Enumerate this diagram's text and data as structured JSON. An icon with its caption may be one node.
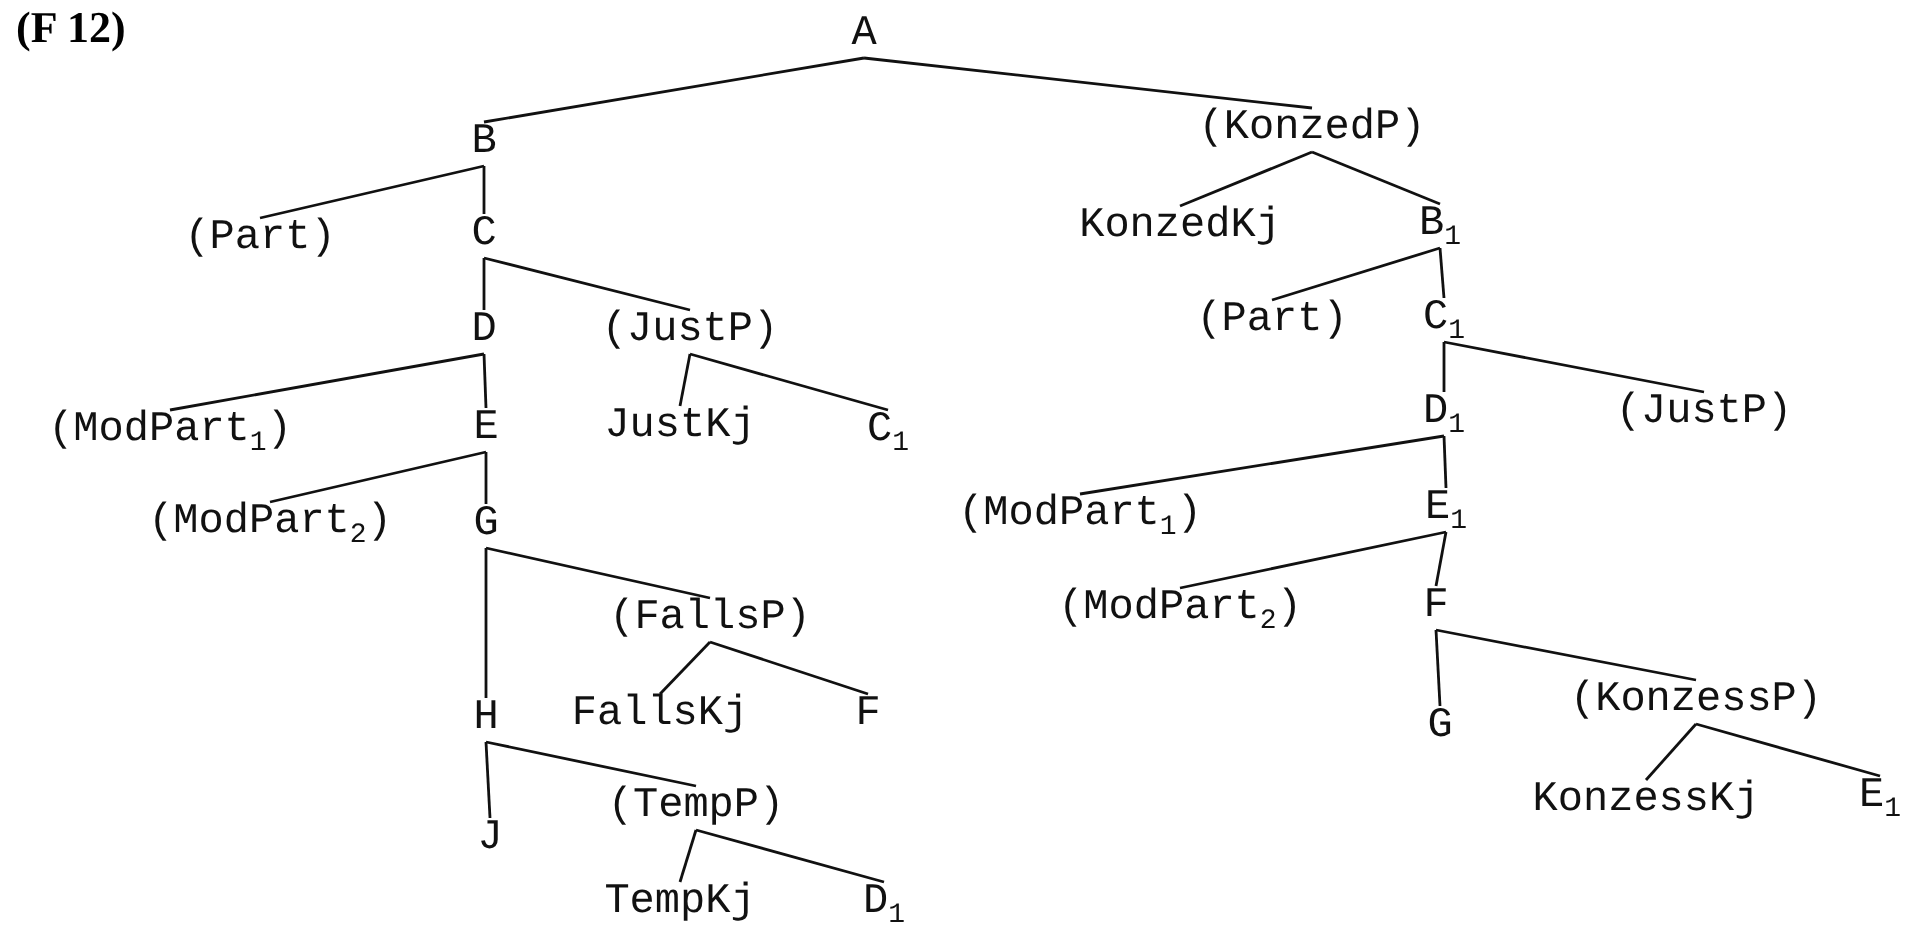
{
  "diagram": {
    "nodes": [
      {
        "text": [
          "A"
        ]
      },
      {
        "text": [
          "B"
        ]
      },
      {
        "text": [
          "(KonzedP)"
        ]
      },
      {
        "text": [
          "(Part)"
        ]
      },
      {
        "text": [
          "C"
        ]
      },
      {
        "text": [
          "KonzedKj"
        ]
      },
      {
        "text": [
          "B$_{1}$"
        ]
      },
      {
        "text": [
          "D"
        ]
      },
      {
        "text": [
          "(JustP)"
        ]
      },
      {
        "text": [
          "(Part)"
        ]
      },
      {
        "text": [
          "C$_{1}$"
        ]
      },
      {
        "text": [
          "(ModPart$_{1}$)"
        ]
      },
      {
        "text": [
          "E"
        ]
      },
      {
        "text": [
          "JustKj"
        ]
      },
      {
        "text": [
          "C$_{1}$"
        ]
      },
      {
        "text": [
          "D$_{1}$"
        ]
      },
      {
        "text": [
          "(JustP)"
        ]
      },
      {
        "text": [
          "(ModPart$_{2}$)"
        ]
      },
      {
        "text": [
          "G"
        ]
      },
      {
        "text": [
          "(ModPart$_{1}$)"
        ]
      },
      {
        "text": [
          "E$_{1}$"
        ]
      },
      {
        "text": [
          "(FallsP)"
        ]
      },
      {
        "text": [
          "(ModPart$_{2}$)"
        ]
      },
      {
        "text": [
          "F"
        ]
      },
      {
        "text": [
          "H"
        ]
      },
      {
        "text": [
          "FallsKj"
        ]
      },
      {
        "text": [
          "F"
        ]
      },
      {
        "text": [
          "(KonzessP)"
        ]
      },
      {
        "text": [
          "G"
        ]
      },
      {
        "text": [
          "J"
        ]
      },
      {
        "text": [
          "(TempP)"
        ]
      },
      {
        "text": [
          "KonzessKj"
        ]
      },
      {
        "text": [
          "E$_{1}$"
        ]
      },
      {
        "text": [
          "TempKj"
        ]
      },
      {
        "text": [
          "D$_{1}$"
        ]
      }
    ],
    "edges": [
      {
        "from": 0,
        "to": 1,
        "arrow": "none"
      },
      {
        "from": 0,
        "to": 2,
        "arrow": "none"
      },
      {
        "from": 1,
        "to": 3,
        "arrow": "none"
      },
      {
        "from": 1,
        "to": 4,
        "arrow": "none"
      },
      {
        "from": 4,
        "to": 7,
        "arrow": "none"
      },
      {
        "from": 4,
        "to": 8,
        "arrow": "none"
      },
      {
        "from": 7,
        "to": 11,
        "arrow": "none"
      },
      {
        "from": 7,
        "to": 12,
        "arrow": "none"
      },
      {
        "from": 8,
        "to": 13,
        "arrow": "none"
      },
      {
        "from": 8,
        "to": 14,
        "arrow": "none"
      },
      {
        "from": 12,
        "to": 17,
        "arrow": "none"
      },
      {
        "from": 12,
        "to": 18,
        "arrow": "none"
      },
      {
        "from": 18,
        "to": 21,
        "arrow": "none"
      },
      {
        "from": 18,
        "to": 24,
        "arrow": "none"
      },
      {
        "from": 21,
        "to": 25,
        "arrow": "none"
      },
      {
        "from": 21,
        "to": 26,
        "arrow": "none"
      },
      {
        "from": 24,
        "to": 29,
        "arrow": "none"
      },
      {
        "from": 24,
        "to": 30,
        "arrow": "none"
      },
      {
        "from": 30,
        "to": 33,
        "arrow": "none"
      },
      {
        "from": 30,
        "to": 34,
        "arrow": "none"
      },
      {
        "from": 2,
        "to": 5,
        "arrow": "none"
      },
      {
        "from": 2,
        "to": 6,
        "arrow": "none"
      },
      {
        "from": 6,
        "to": 9,
        "arrow": "none"
      },
      {
        "from": 6,
        "to": 10,
        "arrow": "none"
      },
      {
        "from": 10,
        "to": 15,
        "arrow": "none"
      },
      {
        "from": 10,
        "to": 16,
        "arrow": "none"
      },
      {
        "from": 15,
        "to": 19,
        "arrow": "none"
      },
      {
        "from": 15,
        "to": 20,
        "arrow": "none"
      },
      {
        "from": 20,
        "to": 22,
        "arrow": "none"
      },
      {
        "from": 20,
        "to": 23,
        "arrow": "none"
      },
      {
        "from": 23,
        "to": 28,
        "arrow": "none"
      },
      {
        "from": 23,
        "to": 27,
        "arrow": "none"
      },
      {
        "from": 27,
        "to": 31,
        "arrow": "none"
      },
      {
        "from": 27,
        "to": 32,
        "arrow": "none"
      }
    ],
    "labels": [
      "(F 12)"
    ]
  }
}
